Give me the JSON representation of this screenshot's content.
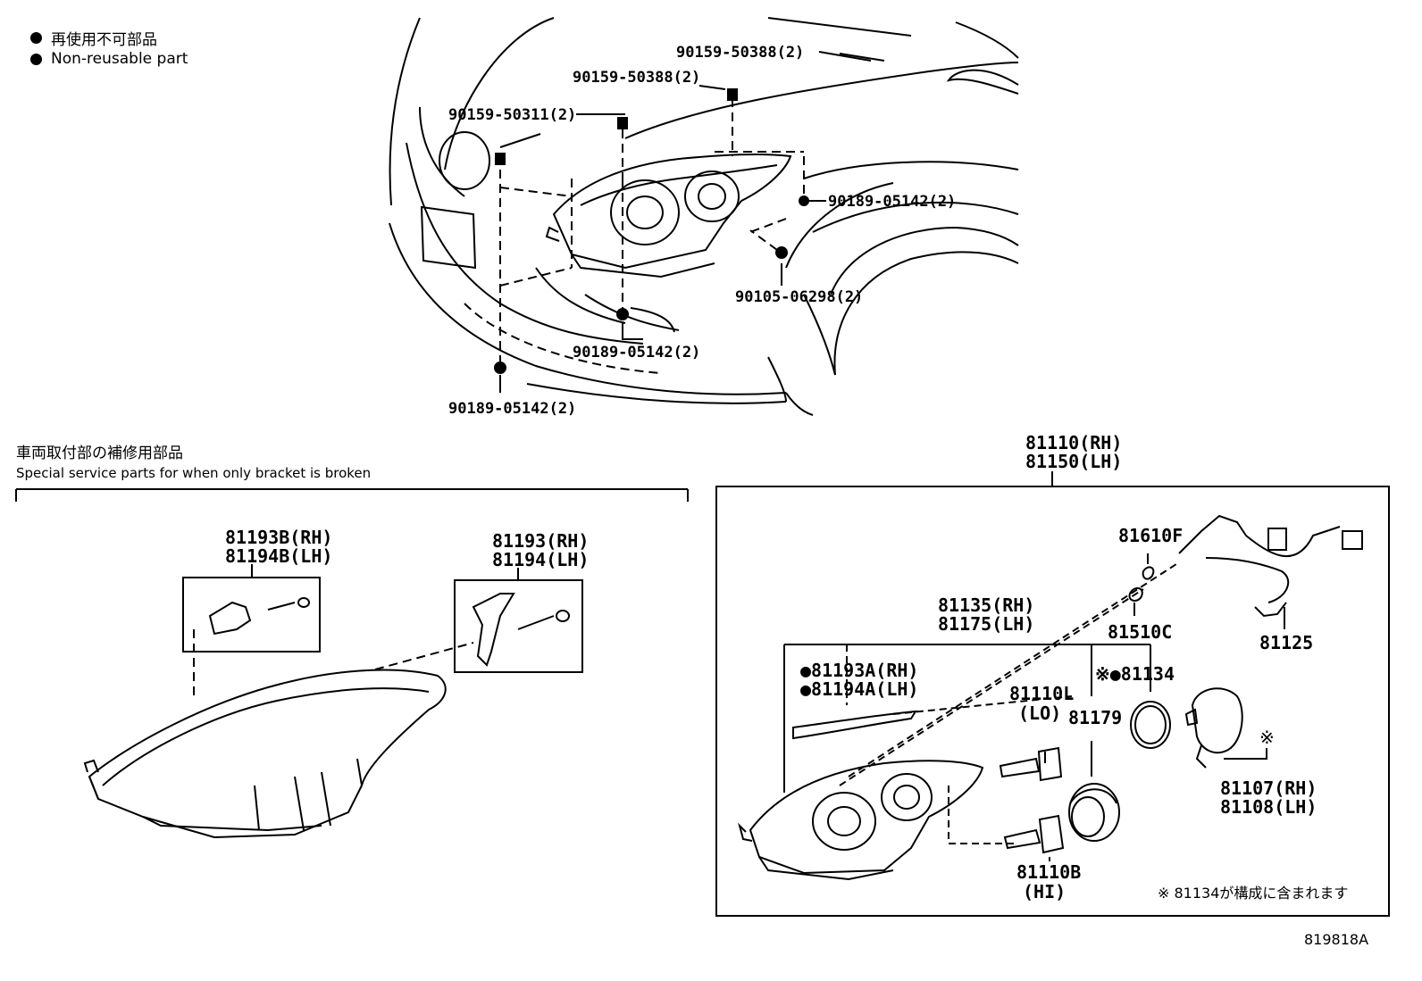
{
  "legend": {
    "jp": "再使用不可部品",
    "en": "Non-reusable part"
  },
  "top_labels": {
    "bolt_a": "90159-50388(2)",
    "bolt_b": "90159-50388(2)",
    "bolt_c": "90159-50311(2)",
    "screw_d": "90189-05142(2)",
    "screw_e": "90105-06298(2)",
    "screw_f": "90189-05142(2)",
    "screw_g": "90189-05142(2)"
  },
  "service": {
    "jp": "車両取付部の補修用部品",
    "en": "Special service parts for when only bracket is broken",
    "bracket_b_rh": "81193B(RH)",
    "bracket_b_lh": "81194B(LH)",
    "bracket_rh": "81193(RH)",
    "bracket_lh": "81194(LH)"
  },
  "assembly": {
    "rh": "81110(RH)",
    "lh": "81150(LH)",
    "p81610f": "81610F",
    "p81510c": "81510C",
    "p81125": "81125",
    "housing_rh": "81135(RH)",
    "housing_lh": "81175(LH)",
    "seal_rh": "●81193A(RH)",
    "seal_lh": "●81194A(LH)",
    "p81134": "※●81134",
    "bulb_lo": "81110L",
    "bulb_lo_tag": "(LO)",
    "cap": "81179",
    "bulb_hi": "81110B",
    "bulb_hi_tag": "(HI)",
    "actuator_rh": "81107(RH)",
    "actuator_lh": "81108(LH)",
    "note_mark": "※",
    "note": "※ 81134が構成に含まれます"
  },
  "figure_id": "819818A"
}
